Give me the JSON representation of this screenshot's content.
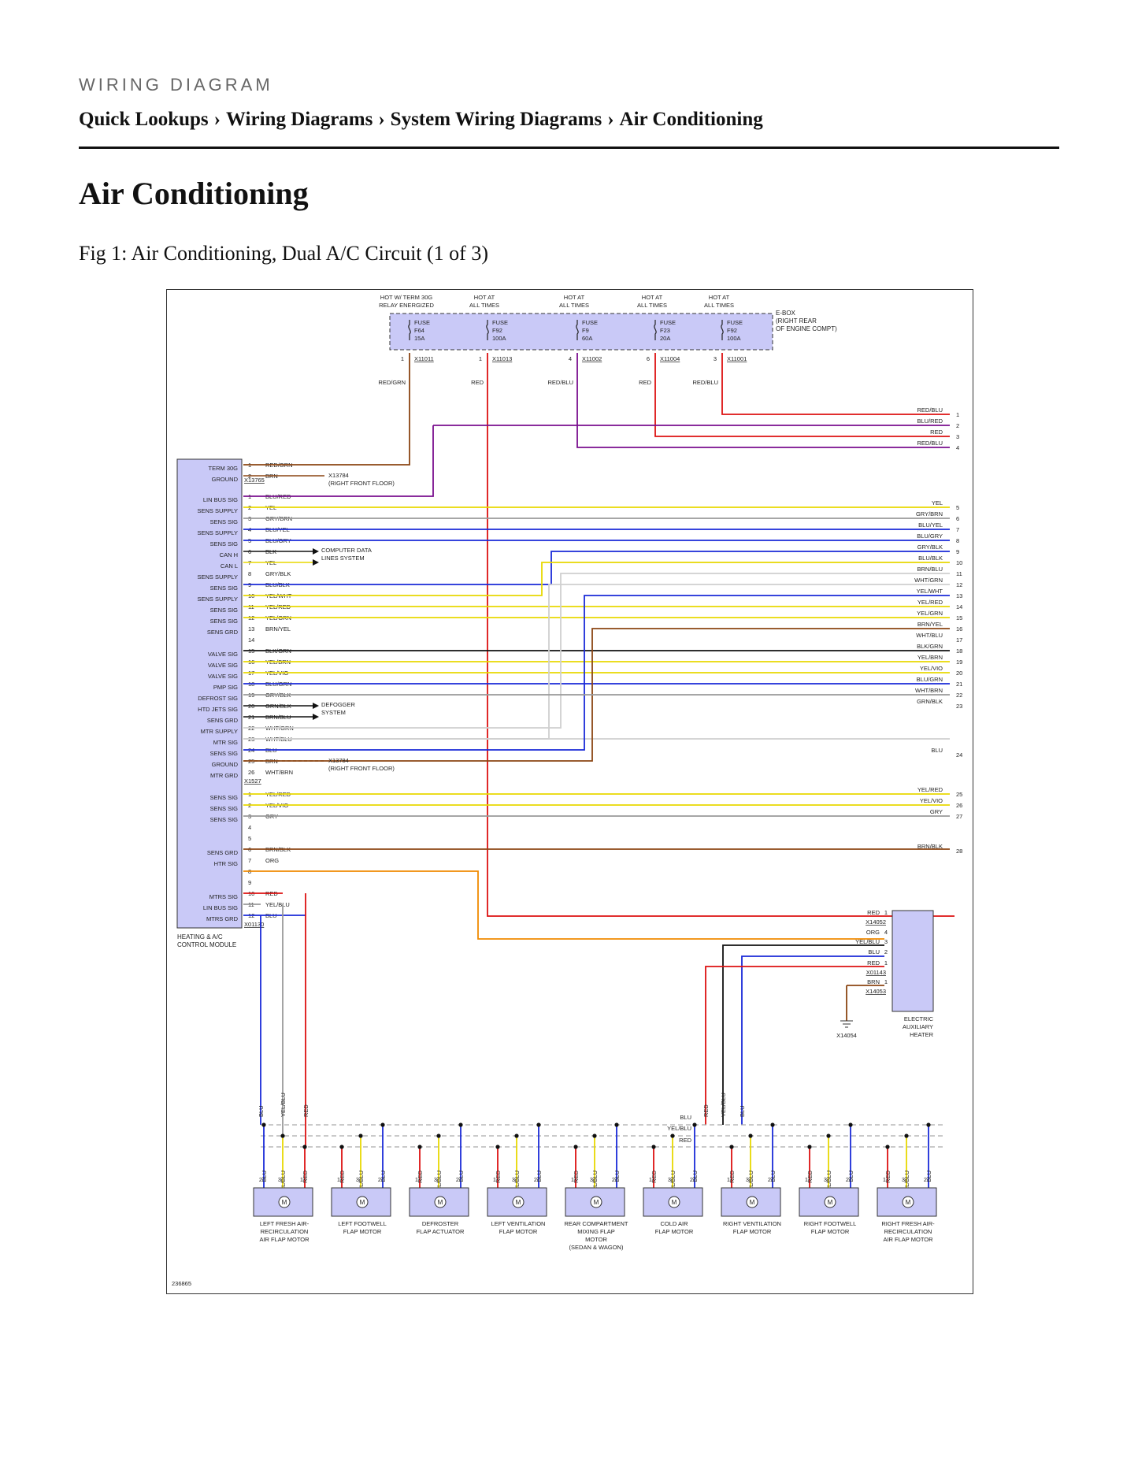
{
  "header": {
    "kicker": "WIRING DIAGRAM",
    "breadcrumb": [
      "Quick Lookups",
      "Wiring Diagrams",
      "System Wiring Diagrams",
      "Air Conditioning"
    ],
    "separator": "›"
  },
  "page": {
    "title": "Air Conditioning",
    "figure_caption": "Fig 1: Air Conditioning, Dual A/C Circuit (1 of 3)"
  },
  "diagram": {
    "image_id": "236865",
    "ebox_label": [
      "E-BOX",
      "(RIGHT REAR",
      "OF ENGINE COMPT)"
    ],
    "fuses": [
      {
        "hot": [
          "HOT W/ TERM 30G",
          "RELAY ENERGIZED"
        ],
        "fuse": [
          "FUSE",
          "F64",
          "15A"
        ],
        "pin": "1",
        "connector": "X11011",
        "wire": "RED/GRN"
      },
      {
        "hot": [
          "HOT AT",
          "ALL TIMES"
        ],
        "fuse": [
          "FUSE",
          "F92",
          "100A"
        ],
        "pin": "1",
        "connector": "X11013",
        "wire": "RED"
      },
      {
        "hot": [
          "HOT AT",
          "ALL TIMES"
        ],
        "fuse": [
          "FUSE",
          "F9",
          "60A"
        ],
        "pin": "4",
        "connector": "X11002",
        "wire": "RED/BLU"
      },
      {
        "hot": [
          "HOT AT",
          "ALL TIMES"
        ],
        "fuse": [
          "FUSE",
          "F23",
          "20A"
        ],
        "pin": "6",
        "connector": "X11004",
        "wire": "RED"
      },
      {
        "hot": [
          "HOT AT",
          "ALL TIMES"
        ],
        "fuse": [
          "FUSE",
          "F92",
          "100A"
        ],
        "pin": "3",
        "connector": "X11001",
        "wire": "RED/BLU"
      }
    ],
    "module": {
      "name": [
        "HEATING & A/C",
        "CONTROL MODULE"
      ],
      "connectors": [
        "X13765",
        "X1527",
        "X01130"
      ],
      "pins": [
        {
          "label": "TERM 30G",
          "pin": "1",
          "wire": "RED/GRN"
        },
        {
          "label": "GROUND",
          "pin": "2",
          "wire": "BRN"
        },
        {
          "label": "LIN BUS SIG",
          "pin": "1",
          "wire": "BLU/RED"
        },
        {
          "label": "SENS SUPPLY",
          "pin": "2",
          "wire": "YEL"
        },
        {
          "label": "SENS SIG",
          "pin": "3",
          "wire": "GRY/BRN"
        },
        {
          "label": "SENS SUPPLY",
          "pin": "4",
          "wire": "BLU/YEL"
        },
        {
          "label": "SENS SIG",
          "pin": "5",
          "wire": "BLU/GRY"
        },
        {
          "label": "CAN H",
          "pin": "6",
          "wire": "BLK"
        },
        {
          "label": "CAN L",
          "pin": "7",
          "wire": "YEL"
        },
        {
          "label": "SENS SUPPLY",
          "pin": "8",
          "wire": "GRY/BLK"
        },
        {
          "label": "SENS SIG",
          "pin": "9",
          "wire": "BLU/BLK"
        },
        {
          "label": "SENS SUPPLY",
          "pin": "10",
          "wire": "YEL/WHT"
        },
        {
          "label": "SENS SIG",
          "pin": "11",
          "wire": "YEL/RED"
        },
        {
          "label": "SENS SIG",
          "pin": "12",
          "wire": "YEL/GRN"
        },
        {
          "label": "SENS GRD",
          "pin": "13",
          "wire": "BRN/YEL"
        },
        {
          "label": "",
          "pin": "14",
          "wire": ""
        },
        {
          "label": "VALVE SIG",
          "pin": "15",
          "wire": "BLK/GRN"
        },
        {
          "label": "VALVE SIG",
          "pin": "16",
          "wire": "YEL/BRN"
        },
        {
          "label": "VALVE SIG",
          "pin": "17",
          "wire": "YEL/VIO"
        },
        {
          "label": "PMP SIG",
          "pin": "18",
          "wire": "BLU/GRN"
        },
        {
          "label": "DEFROST SIG",
          "pin": "19",
          "wire": "GRY/BLK"
        },
        {
          "label": "HTD JETS SIG",
          "pin": "20",
          "wire": "GRN/BLK"
        },
        {
          "label": "SENS GRD",
          "pin": "21",
          "wire": "BRN/BLU"
        },
        {
          "label": "MTR SUPPLY",
          "pin": "22",
          "wire": "WHT/GRN"
        },
        {
          "label": "MTR SIG",
          "pin": "23",
          "wire": "WHT/BLU"
        },
        {
          "label": "SENS SIG",
          "pin": "24",
          "wire": "BLU"
        },
        {
          "label": "GROUND",
          "pin": "25",
          "wire": "BRN"
        },
        {
          "label": "MTR GRD",
          "pin": "26",
          "wire": "WHT/BRN"
        },
        {
          "label": "SENS SIG",
          "pin": "1",
          "wire": "YEL/RED"
        },
        {
          "label": "SENS SIG",
          "pin": "2",
          "wire": "YEL/VIO"
        },
        {
          "label": "SENS SIG",
          "pin": "3",
          "wire": "GRY"
        },
        {
          "label": "",
          "pin": "4",
          "wire": ""
        },
        {
          "label": "",
          "pin": "5",
          "wire": ""
        },
        {
          "label": "SENS GRD",
          "pin": "6",
          "wire": "BRN/BLK"
        },
        {
          "label": "HTR SIG",
          "pin": "7",
          "wire": "ORG"
        },
        {
          "label": "",
          "pin": "8",
          "wire": ""
        },
        {
          "label": "",
          "pin": "9",
          "wire": ""
        },
        {
          "label": "MTRS SIG",
          "pin": "10",
          "wire": "RED"
        },
        {
          "label": "LIN BUS SIG",
          "pin": "11",
          "wire": "YEL/BLU"
        },
        {
          "label": "MTRS GRD",
          "pin": "12",
          "wire": "BLU"
        }
      ]
    },
    "offpage": [
      {
        "wire": "RED/BLU",
        "ref": "1"
      },
      {
        "wire": "BLU/RED",
        "ref": "2"
      },
      {
        "wire": "RED",
        "ref": "3"
      },
      {
        "wire": "RED/BLU",
        "ref": "4"
      },
      {
        "wire": "YEL",
        "ref": "5"
      },
      {
        "wire": "GRY/BRN",
        "ref": "6"
      },
      {
        "wire": "BLU/YEL",
        "ref": "7"
      },
      {
        "wire": "BLU/GRY",
        "ref": "8"
      },
      {
        "wire": "GRY/BLK",
        "ref": "9"
      },
      {
        "wire": "BLU/BLK",
        "ref": "10"
      },
      {
        "wire": "BRN/BLU",
        "ref": "11"
      },
      {
        "wire": "WHT/GRN",
        "ref": "12"
      },
      {
        "wire": "YEL/WHT",
        "ref": "13"
      },
      {
        "wire": "YEL/RED",
        "ref": "14"
      },
      {
        "wire": "YEL/GRN",
        "ref": "15"
      },
      {
        "wire": "BRN/YEL",
        "ref": "16"
      },
      {
        "wire": "WHT/BLU",
        "ref": "17"
      },
      {
        "wire": "BLK/GRN",
        "ref": "18"
      },
      {
        "wire": "YEL/BRN",
        "ref": "19"
      },
      {
        "wire": "YEL/VIO",
        "ref": "20"
      },
      {
        "wire": "BLU/GRN",
        "ref": "21"
      },
      {
        "wire": "WHT/BRN",
        "ref": "22"
      },
      {
        "wire": "GRN/BLK",
        "ref": "23"
      },
      {
        "wire": "BLU",
        "ref": "24"
      },
      {
        "wire": "YEL/RED",
        "ref": "25"
      },
      {
        "wire": "YEL/VIO",
        "ref": "26"
      },
      {
        "wire": "GRY",
        "ref": "27"
      },
      {
        "wire": "BRN/BLK",
        "ref": "28"
      }
    ],
    "ground_refs": [
      {
        "connector": "X13784",
        "location": "(RIGHT FRONT FLOOR)"
      },
      {
        "connector": "X13784",
        "location": "(RIGHT FRONT FLOOR)"
      }
    ],
    "external_systems": [
      [
        "COMPUTER DATA",
        "LINES SYSTEM"
      ],
      [
        "DEFOGGER",
        "SYSTEM"
      ]
    ],
    "heater": {
      "name": [
        "ELECTRIC",
        "AUXILIARY",
        "HEATER"
      ],
      "pins": [
        {
          "wire": "RED",
          "pin": "1",
          "connector": "X14052"
        },
        {
          "wire": "ORG",
          "pin": "4",
          "connector": ""
        },
        {
          "wire": "YEL/BLU",
          "pin": "3",
          "connector": ""
        },
        {
          "wire": "BLU",
          "pin": "2",
          "connector": ""
        },
        {
          "wire": "RED",
          "pin": "1",
          "connector": "X01143"
        },
        {
          "wire": "BRN",
          "pin": "1",
          "connector": "X14053"
        }
      ],
      "ground": "X14054"
    },
    "bus_labels": [
      "BLU",
      "YEL/BLU",
      "RED"
    ],
    "motor_wire_labels": [
      "RED",
      "YEL/BLU",
      "BLU"
    ],
    "motors": [
      {
        "name": [
          "LEFT FRESH AIR-",
          "RECIRCULATION",
          "AIR FLAP MOTOR"
        ]
      },
      {
        "name": [
          "LEFT FOOTWELL",
          "FLAP MOTOR"
        ]
      },
      {
        "name": [
          "DEFROSTER",
          "FLAP ACTUATOR"
        ]
      },
      {
        "name": [
          "LEFT VENTILATION",
          "FLAP MOTOR"
        ]
      },
      {
        "name": [
          "REAR COMPARTMENT",
          "MIXING FLAP",
          "MOTOR",
          "(SEDAN & WAGON)"
        ]
      },
      {
        "name": [
          "COLD AIR",
          "FLAP MOTOR"
        ]
      },
      {
        "name": [
          "RIGHT VENTILATION",
          "FLAP MOTOR"
        ]
      },
      {
        "name": [
          "RIGHT FOOTWELL",
          "FLAP MOTOR"
        ]
      },
      {
        "name": [
          "RIGHT FRESH AIR-",
          "RECIRCULATION",
          "AIR FLAP MOTOR"
        ]
      }
    ],
    "motor_symbol": "M",
    "colors": {
      "component_fill": "#c9c9f7",
      "RED": "#dd1111",
      "BLU": "#1a2ad8",
      "YEL": "#e8d800",
      "BRN": "#8b4513",
      "GRN": "#2f9e2f",
      "GRY": "#9a9a9a",
      "BLK": "#111111",
      "VIO": "#7a0e8e",
      "ORG": "#f08a00",
      "WHT": "#cfcfcf"
    }
  }
}
